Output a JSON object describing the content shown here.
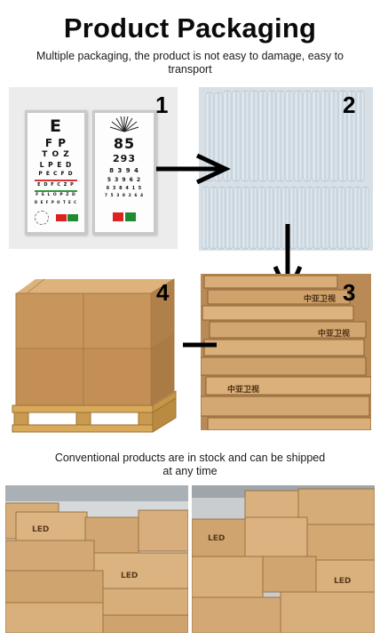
{
  "header": {
    "title": "Product Packaging",
    "subtitle": "Multiple packaging, the product is not easy to damage, easy to transport"
  },
  "steps": [
    {
      "number": "1"
    },
    {
      "number": "2"
    },
    {
      "number": "3"
    },
    {
      "number": "4"
    }
  ],
  "eye_chart_left": {
    "rows": [
      "E",
      "F P",
      "T O Z",
      "L P E D",
      "P E C F D",
      "E D F C Z P",
      "F E L O P Z D",
      "D E F P O T E C"
    ]
  },
  "eye_chart_right": {
    "rows": [
      "85",
      "293",
      "8 3 9 4",
      "5 3 9 6 2",
      "6 3 8 4 1 5",
      "7 5 3 8 2 6 4"
    ]
  },
  "boxes_label": "中亚卫视",
  "caption": "Conventional products are in stock and can be shipped at any time",
  "warehouse_label": "LED",
  "colors": {
    "cardboard": "#c89a63",
    "pallet": "#d8a95b",
    "arrow": "#000000"
  }
}
